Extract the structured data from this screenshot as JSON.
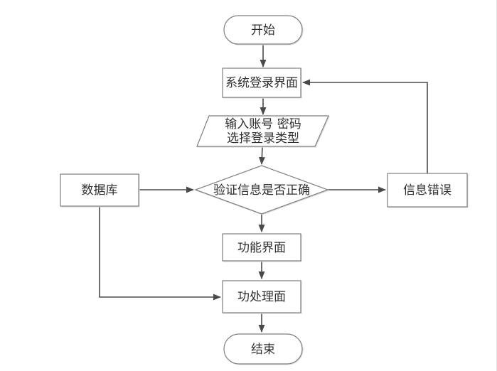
{
  "diagram": {
    "type": "flowchart",
    "language": "zh-CN",
    "nodes": {
      "start": {
        "label": "开始",
        "shape": "terminator"
      },
      "login": {
        "label": "系统登录界面",
        "shape": "process"
      },
      "input": {
        "label_line1": "输入账号 密码",
        "label_line2": "选择登录类型",
        "shape": "input-output"
      },
      "verify": {
        "label": "验证信息是否正确",
        "shape": "decision"
      },
      "database": {
        "label": "数据库",
        "shape": "process"
      },
      "error": {
        "label": "信息错误",
        "shape": "process"
      },
      "function_screen": {
        "label": "功能界面",
        "shape": "process"
      },
      "process_screen": {
        "label": "功处理面",
        "shape": "process"
      },
      "end": {
        "label": "结束",
        "shape": "terminator"
      }
    },
    "edges": [
      {
        "from": "start",
        "to": "login"
      },
      {
        "from": "login",
        "to": "input"
      },
      {
        "from": "input",
        "to": "verify"
      },
      {
        "from": "database",
        "to": "verify"
      },
      {
        "from": "verify",
        "to": "error"
      },
      {
        "from": "error",
        "to": "login"
      },
      {
        "from": "verify",
        "to": "function_screen"
      },
      {
        "from": "function_screen",
        "to": "process_screen"
      },
      {
        "from": "database",
        "to": "process_screen"
      },
      {
        "from": "process_screen",
        "to": "end"
      }
    ],
    "colors": {
      "background": "#ffffff",
      "connector": "#4a4a4a",
      "shape_border": "#7f7f7f",
      "text": "#2f2f2f",
      "shape_shadow": "#dcdcdc"
    }
  }
}
